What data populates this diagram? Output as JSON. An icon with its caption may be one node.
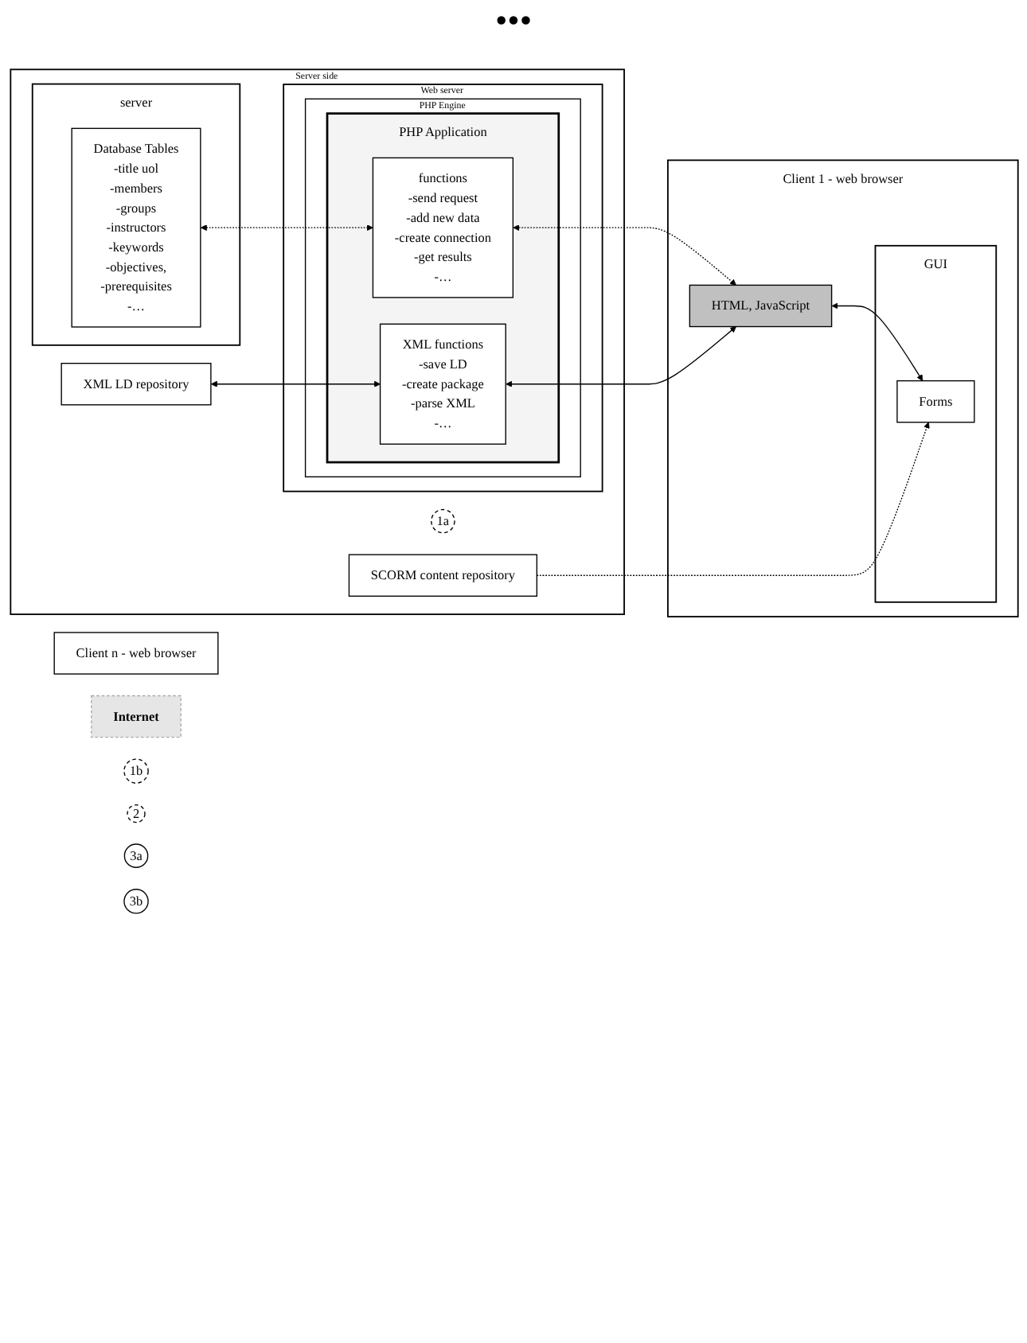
{
  "diagram": {
    "nodes": [
      {
        "text": [
          "Client 1 - web browser"
        ]
      },
      {
        "text": [
          "HTML, JavaScript"
        ],
        "in": 0
      },
      {
        "text": [
          "GUI"
        ],
        "in": 0
      },
      {
        "text": [
          "Forms"
        ],
        "in": 2
      },
      {
        "text": [
          "Client n - web browser"
        ]
      },
      {
        "text": [
          "Internet"
        ]
      },
      {
        "text": [
          "Server side"
        ]
      },
      {
        "text": [
          "SCORM content repository"
        ],
        "in": 6
      },
      {
        "text": [
          "XML LD repository"
        ],
        "in": 6
      },
      {
        "text": [
          "server"
        ],
        "in": 6
      },
      {
        "text": [
          "Database Tables",
          "-title uol",
          "-members",
          "-groups",
          "-instructors",
          "-keywords",
          "-objectives,",
          "-prerequisites",
          "-…"
        ],
        "in": 9
      },
      {
        "text": [
          "Web server"
        ],
        "in": 6
      },
      {
        "text": [
          "PHP Engine"
        ],
        "in": 11
      },
      {
        "text": [
          "PHP Application"
        ],
        "in": 12
      },
      {
        "text": [
          "functions",
          "-send request",
          "-add new data",
          "-create connection",
          "-get results",
          "-…"
        ],
        "in": 13
      },
      {
        "text": [
          "XML functions",
          "-save LD",
          "-create package",
          "-parse XML",
          "-…"
        ],
        "in": 13
      },
      {
        "text": [
          "1a"
        ],
        "in": 6
      },
      {
        "text": [
          "1b"
        ]
      },
      {
        "text": [
          "2"
        ]
      },
      {
        "text": [
          "3a"
        ]
      },
      {
        "text": [
          "3b"
        ]
      }
    ],
    "edges": [
      {
        "from": 1,
        "to": 3,
        "arrow": "both"
      },
      {
        "from": 7,
        "to": 3,
        "arrow": "to",
        "style": "dashed"
      },
      {
        "from": 1,
        "to": 14,
        "arrow": "both",
        "style": "dashed"
      },
      {
        "from": 1,
        "to": 15,
        "arrow": "both"
      },
      {
        "from": 8,
        "to": 15,
        "arrow": "both"
      },
      {
        "from": 10,
        "to": 14,
        "arrow": "both",
        "style": "dashed"
      }
    ],
    "labels": [
      "•••"
    ]
  }
}
